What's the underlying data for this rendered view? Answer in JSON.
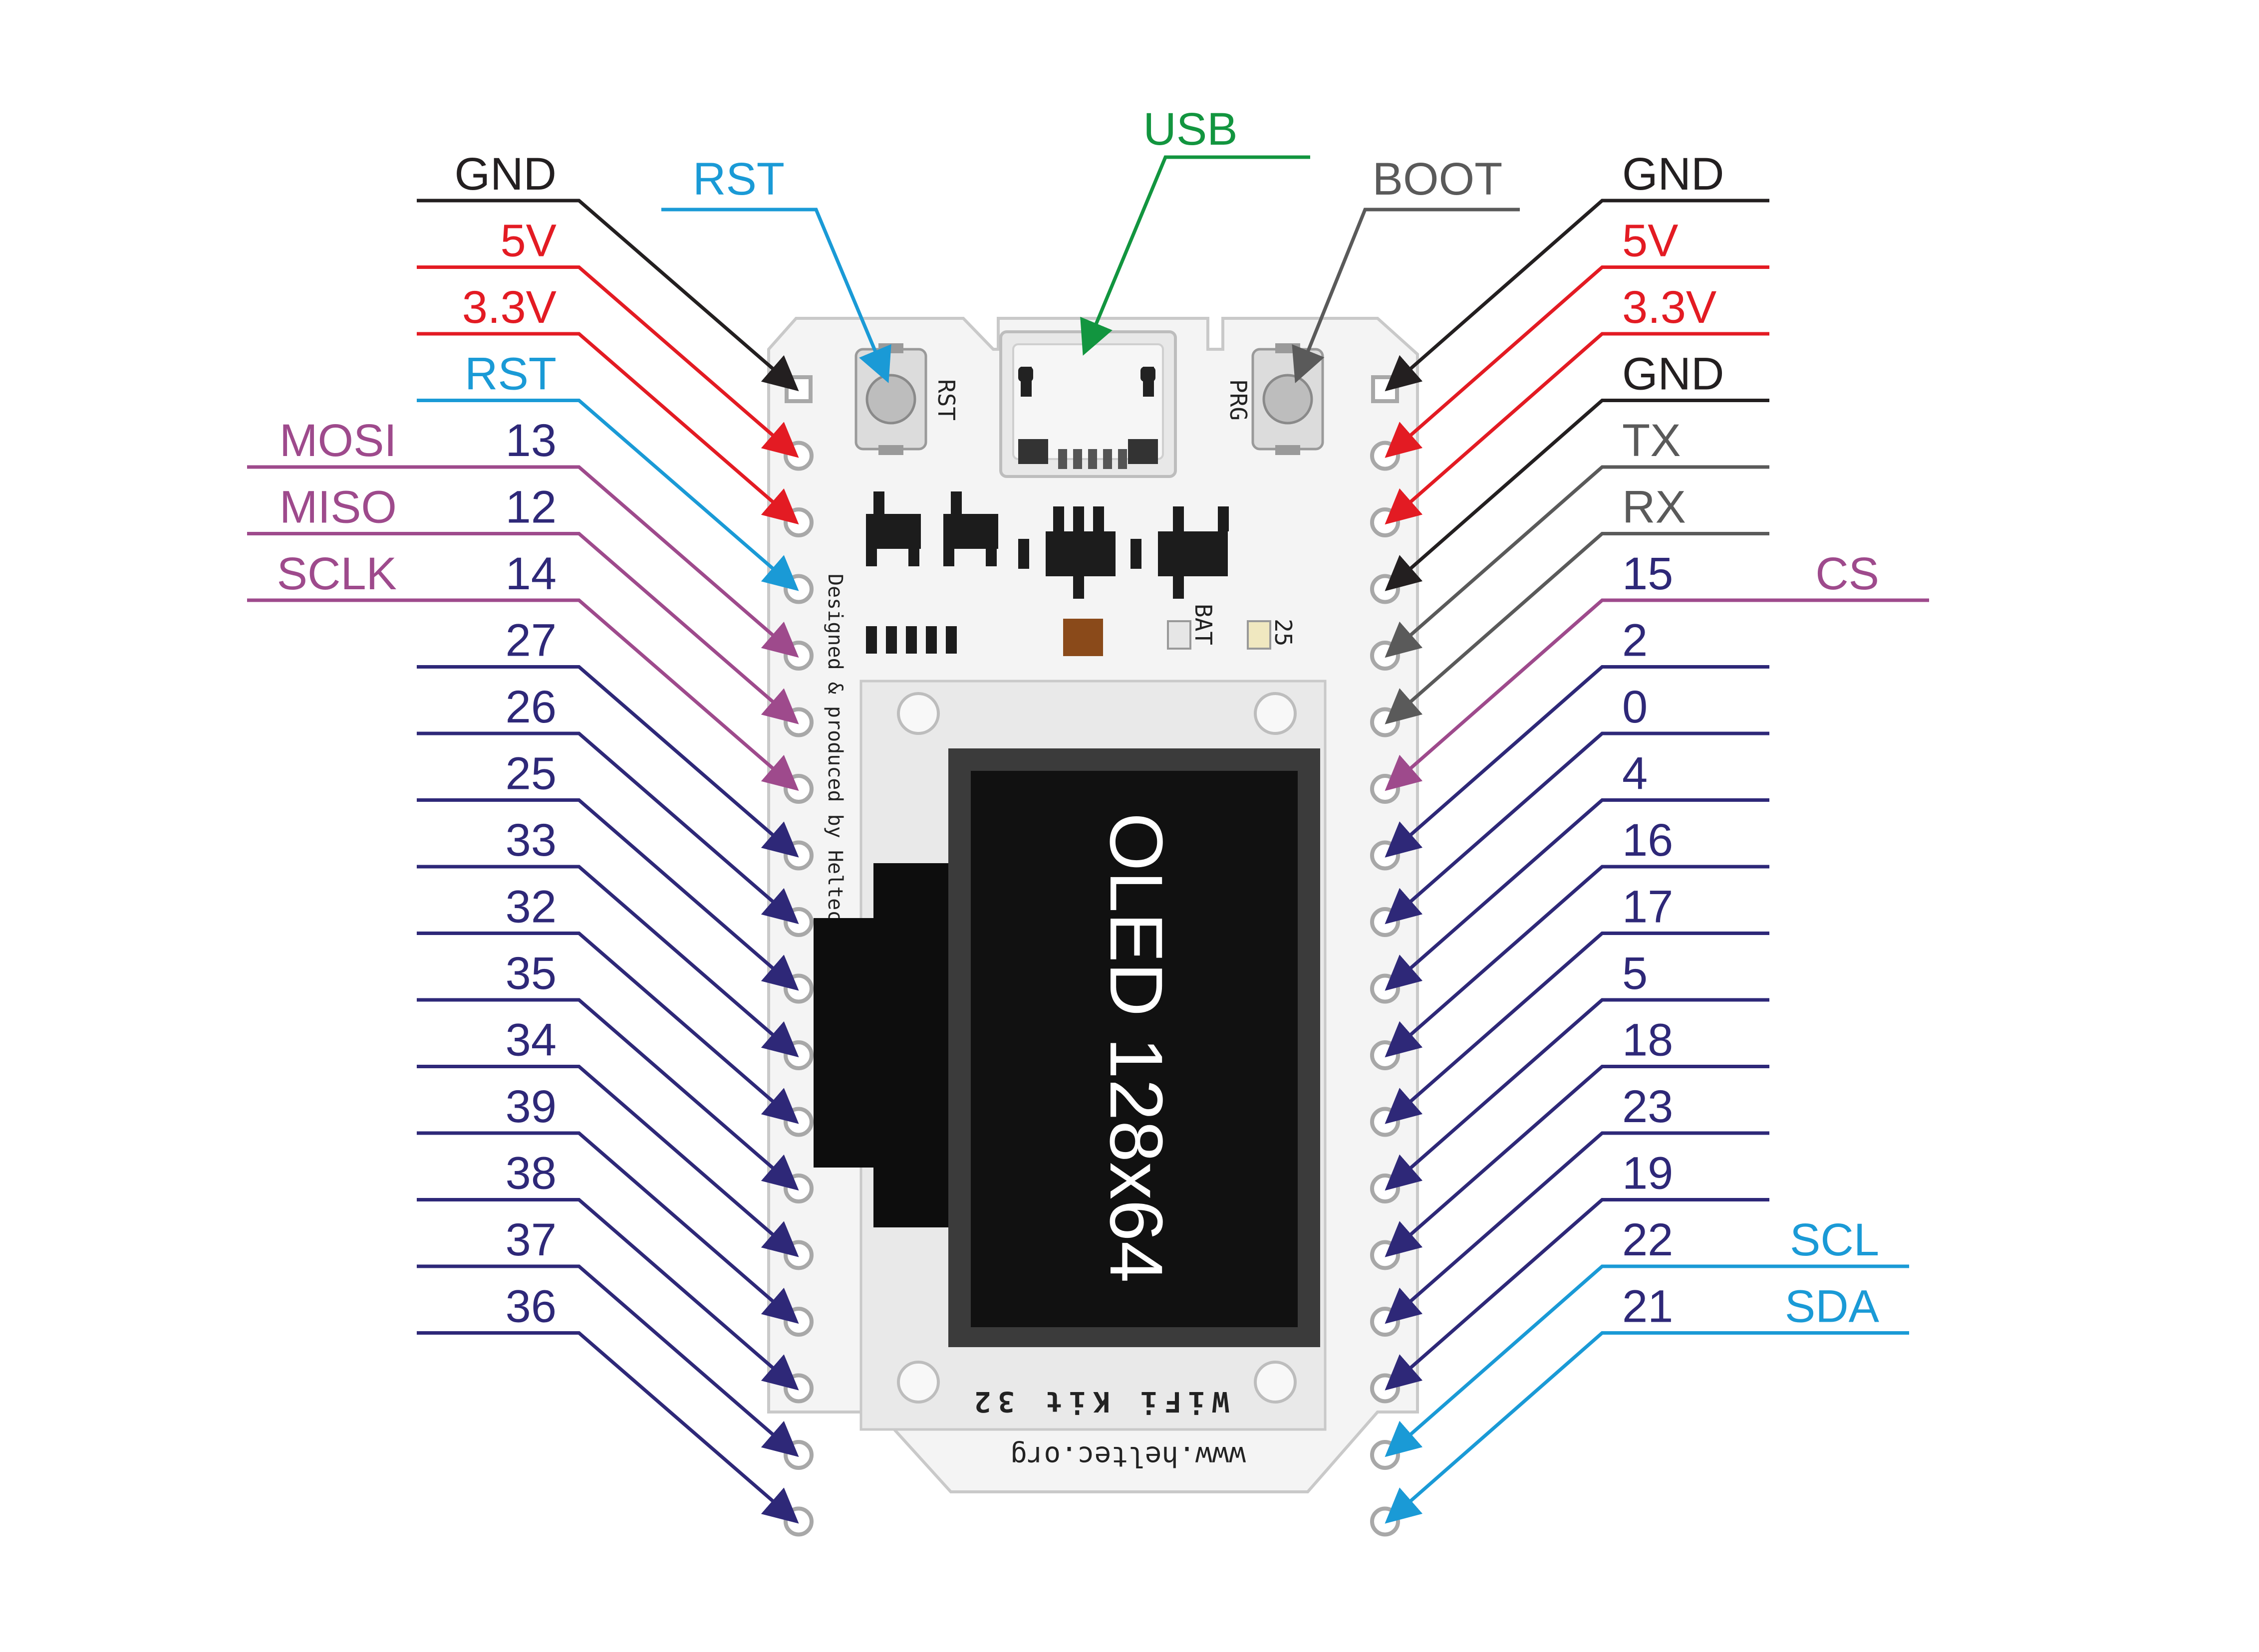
{
  "colors": {
    "black": "#231f20",
    "red": "#e31b23",
    "cyan": "#1a9ad6",
    "purple": "#9e4a8c",
    "navy": "#2e2878",
    "gray": "#5a5a5a",
    "green": "#12953f"
  },
  "top": {
    "usb": "USB",
    "rst": "RST",
    "boot": "BOOT"
  },
  "left_pins": [
    {
      "label": "GND",
      "func": "",
      "color": "black"
    },
    {
      "label": "5V",
      "func": "",
      "color": "red"
    },
    {
      "label": "3.3V",
      "func": "",
      "color": "red"
    },
    {
      "label": "RST",
      "func": "",
      "color": "cyan"
    },
    {
      "label": "13",
      "func": "MOSI",
      "color": "navy",
      "func_color": "purple",
      "arrow_color": "purple"
    },
    {
      "label": "12",
      "func": "MISO",
      "color": "navy",
      "func_color": "purple",
      "arrow_color": "purple"
    },
    {
      "label": "14",
      "func": "SCLK",
      "color": "navy",
      "func_color": "purple",
      "arrow_color": "purple"
    },
    {
      "label": "27",
      "func": "",
      "color": "navy"
    },
    {
      "label": "26",
      "func": "",
      "color": "navy"
    },
    {
      "label": "25",
      "func": "",
      "color": "navy"
    },
    {
      "label": "33",
      "func": "",
      "color": "navy"
    },
    {
      "label": "32",
      "func": "",
      "color": "navy"
    },
    {
      "label": "35",
      "func": "",
      "color": "navy"
    },
    {
      "label": "34",
      "func": "",
      "color": "navy"
    },
    {
      "label": "39",
      "func": "",
      "color": "navy"
    },
    {
      "label": "38",
      "func": "",
      "color": "navy"
    },
    {
      "label": "37",
      "func": "",
      "color": "navy"
    },
    {
      "label": "36",
      "func": "",
      "color": "navy"
    }
  ],
  "right_pins": [
    {
      "label": "GND",
      "func": "",
      "color": "black"
    },
    {
      "label": "5V",
      "func": "",
      "color": "red"
    },
    {
      "label": "3.3V",
      "func": "",
      "color": "red"
    },
    {
      "label": "GND",
      "func": "",
      "color": "black"
    },
    {
      "label": "TX",
      "func": "",
      "color": "gray"
    },
    {
      "label": "RX",
      "func": "",
      "color": "gray"
    },
    {
      "label": "15",
      "func": "CS",
      "color": "navy",
      "func_color": "purple",
      "arrow_color": "purple"
    },
    {
      "label": "2",
      "func": "",
      "color": "navy"
    },
    {
      "label": "0",
      "func": "",
      "color": "navy"
    },
    {
      "label": "4",
      "func": "",
      "color": "navy"
    },
    {
      "label": "16",
      "func": "",
      "color": "navy"
    },
    {
      "label": "17",
      "func": "",
      "color": "navy"
    },
    {
      "label": "5",
      "func": "",
      "color": "navy"
    },
    {
      "label": "18",
      "func": "",
      "color": "navy"
    },
    {
      "label": "23",
      "func": "",
      "color": "navy"
    },
    {
      "label": "19",
      "func": "",
      "color": "navy"
    },
    {
      "label": "22",
      "func": "SCL",
      "color": "navy",
      "func_color": "cyan",
      "arrow_color": "cyan"
    },
    {
      "label": "21",
      "func": "SDA",
      "color": "navy",
      "func_color": "cyan",
      "arrow_color": "cyan"
    }
  ],
  "board": {
    "oled_text": "OLED 128x64",
    "rst_silk": "RST",
    "prg_silk": "PRG",
    "bat_silk": "BAT",
    "led_silk": "25",
    "side_silk": "Designed & produced by Heltec",
    "model_silk": "WiFi Kit 32",
    "url_silk": "www.heltec.org"
  }
}
